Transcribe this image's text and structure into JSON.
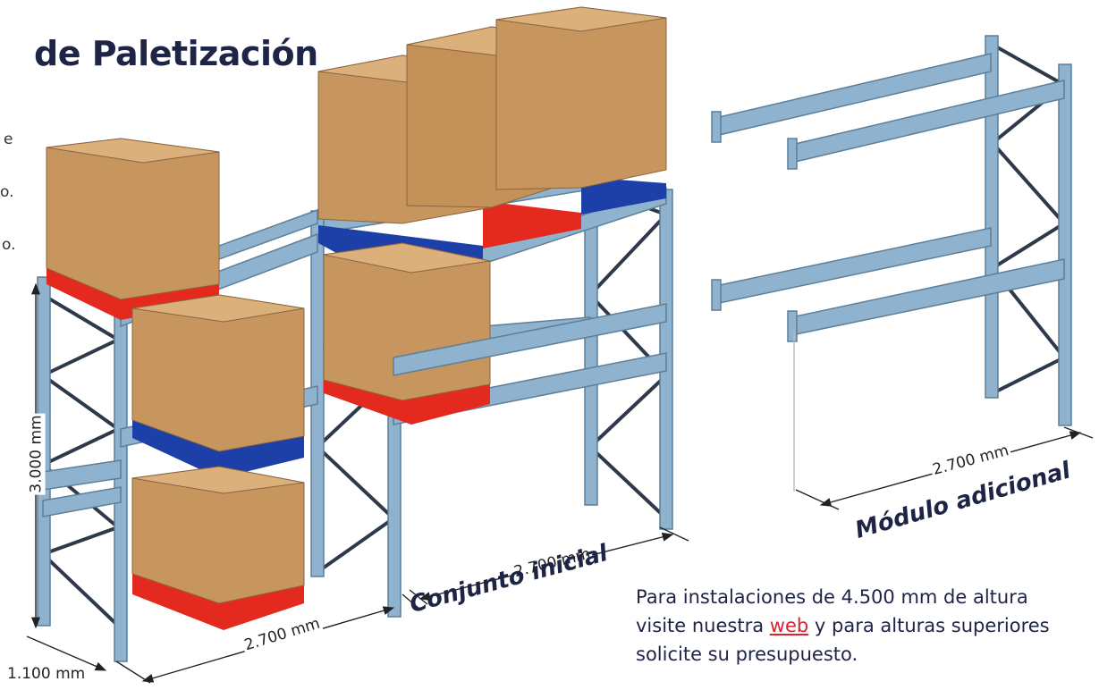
{
  "heading": "de Paletización",
  "left_fragments": [
    "e",
    "o.",
    "o."
  ],
  "dimensions": {
    "height": "3.000 mm",
    "depth": "1.100 mm",
    "width_front": "2.700 mm",
    "width_second": "2.700 mm",
    "width_additional": "2.700 mm"
  },
  "labels": {
    "initial_set": "Conjunto inicial",
    "additional_module": "Módulo adicional"
  },
  "info": {
    "line1": "Para instalaciones de 4.500 mm de altura",
    "line2_before": "visite nuestra",
    "link": "web",
    "line2_after": "y para alturas superiores",
    "line3": "solicite su presupuesto."
  },
  "colors": {
    "rack_blue": "#8fb3cf",
    "brace_dark": "#2e3a4a",
    "box": "#c7955e",
    "pallet_red": "#e42a1e",
    "pallet_blue": "#1d3fa8",
    "text_navy": "#1e2446",
    "link_red": "#d9232e"
  }
}
